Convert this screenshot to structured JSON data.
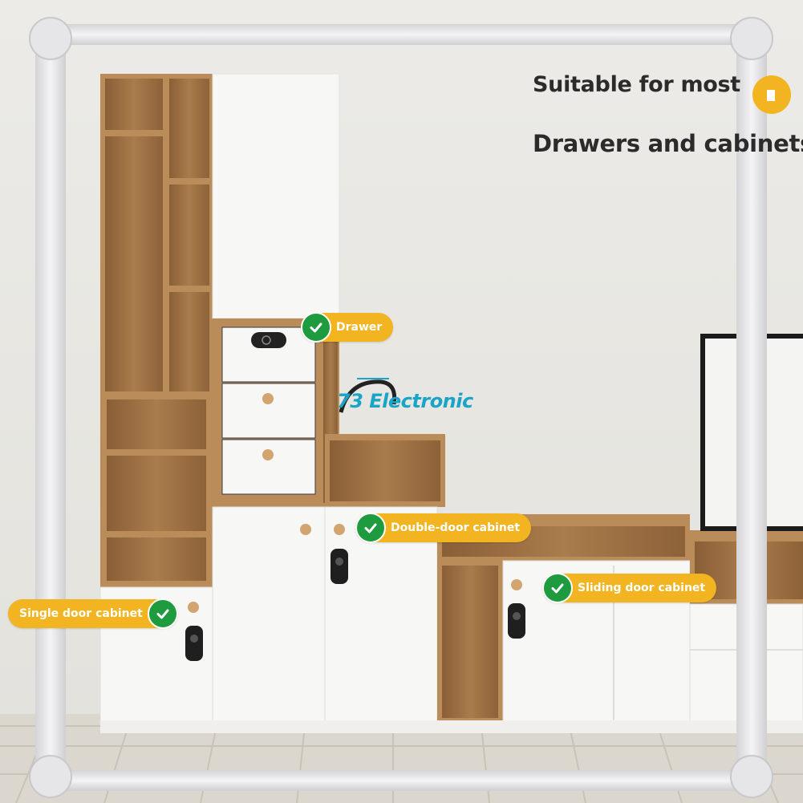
{
  "headline": {
    "line1": "Suitable for most",
    "line2": "Drawers and cabinets"
  },
  "badges": {
    "drawer": "Drawer",
    "double_door": "Double-door cabinet",
    "sliding_door": "Sliding door cabinet",
    "single_door": "Single door cabinet"
  },
  "watermark": {
    "text": "73 Electronic"
  },
  "colors": {
    "badge_yellow": "#f2b420",
    "check_green": "#1f9b3f",
    "wood": "#a5794a",
    "cabinet_white": "#f7f7f5",
    "wall": "#e9e8e4",
    "watermark_blue": "#1aa5c8"
  }
}
